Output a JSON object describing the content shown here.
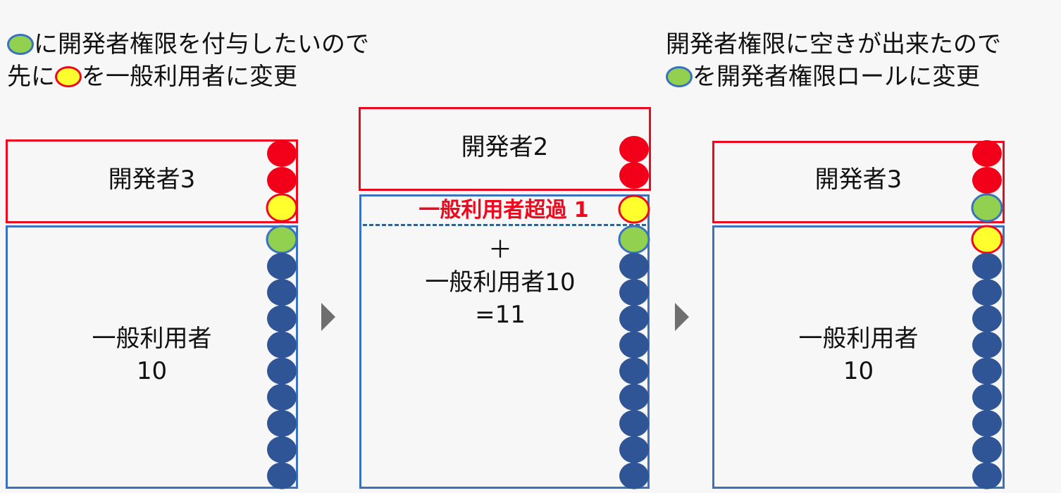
{
  "left_note": {
    "line1": "に開発者権限を付与したいので",
    "line2_a": "先に",
    "line2_b": "を一般利用者に変更"
  },
  "right_note": {
    "line1": "開発者権限に空きが出来たので",
    "line2": "を開発者権限ロールに変更"
  },
  "panels": [
    {
      "dev_label": "開発者3",
      "user_label_1": "一般利用者",
      "user_label_2": "10",
      "dots": [
        "red",
        "red",
        "yellow",
        "green",
        "blue",
        "blue",
        "blue",
        "blue",
        "blue",
        "blue",
        "blue",
        "blue",
        "blue"
      ]
    },
    {
      "dev_label": "開発者2",
      "overflow_label": "一般利用者超過 1",
      "user_label_1": "＋",
      "user_label_2": "一般利用者10",
      "user_label_3": "=11",
      "dots": [
        "red",
        "red",
        "yellow",
        "green",
        "blue",
        "blue",
        "blue",
        "blue",
        "blue",
        "blue",
        "blue",
        "blue",
        "blue"
      ]
    },
    {
      "dev_label": "開発者3",
      "user_label_1": "一般利用者",
      "user_label_2": "10",
      "dots": [
        "red",
        "red",
        "green",
        "yellow",
        "blue",
        "blue",
        "blue",
        "blue",
        "blue",
        "blue",
        "blue",
        "blue",
        "blue"
      ]
    }
  ],
  "colors": {
    "red": "#F20019",
    "yellow": "#FFFF2E",
    "green": "#92D050",
    "blue": "#2F5597"
  }
}
